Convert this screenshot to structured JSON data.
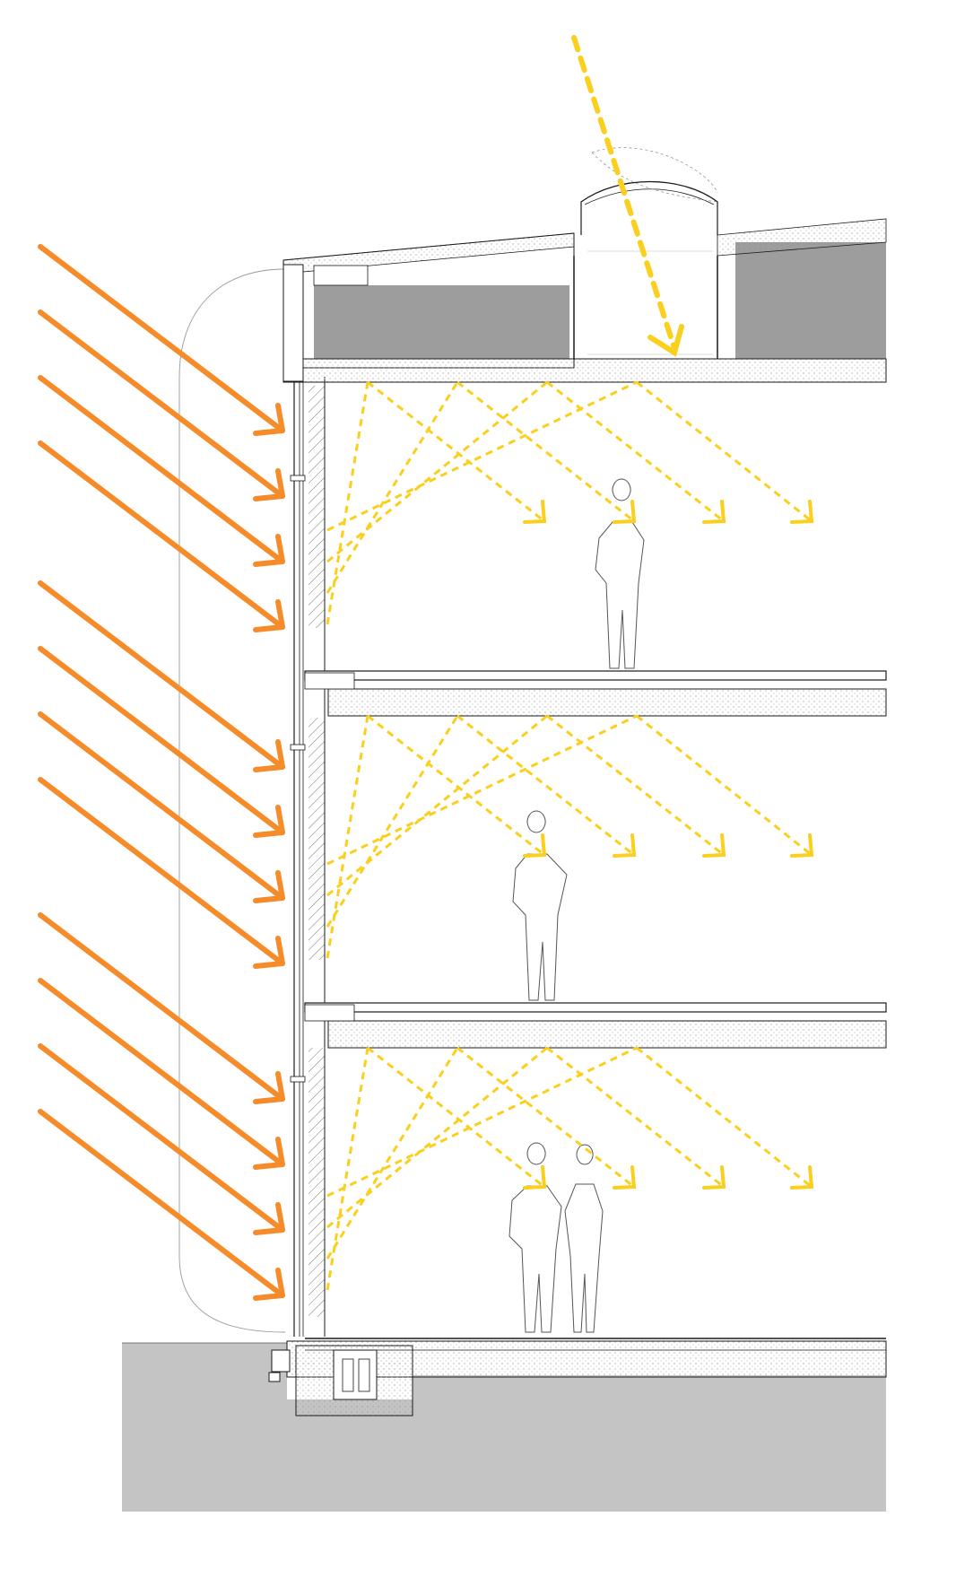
{
  "colors": {
    "background": "#ffffff",
    "ground": "#c4c4c4",
    "roof_fill": "#9d9d9d",
    "line": "#1a1a1a",
    "sun_arrow": "#f68b2a",
    "daylight_arrow": "#fbcf1d"
  },
  "floors": {
    "count": 3,
    "light_apexes_per_floor": 4,
    "diffuse_arrows_per_floor": 4
  },
  "facade": {
    "sun_arrow_groups": 3,
    "sun_arrows_per_group": 4
  },
  "roof": {
    "skylight_count": 1,
    "skylight_arrow": "dashed-down"
  },
  "people": {
    "floor_3": 1,
    "floor_2": 1,
    "floor_1": 2
  }
}
